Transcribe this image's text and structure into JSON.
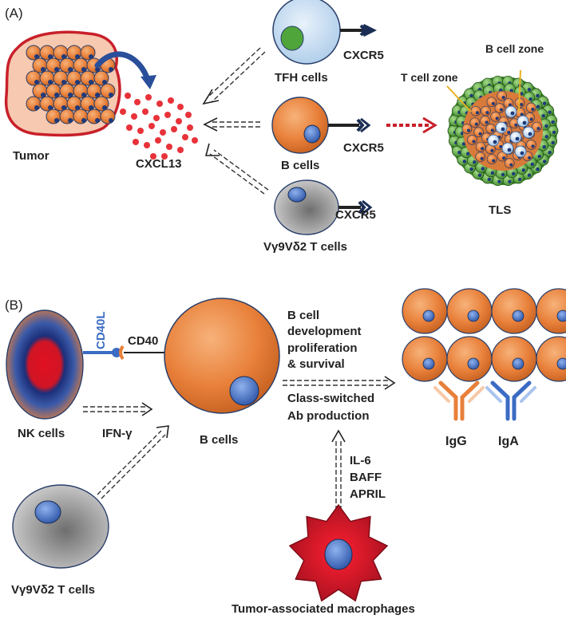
{
  "panel_a": {
    "label": "(A)",
    "tumor": "Tumor",
    "chemokine": "CXCL13",
    "tfh": "TFH cells",
    "b_cells": "B cells",
    "vg9vd2": "Vγ9Vδ2 T cells",
    "receptor": "CXCR5",
    "tls": "TLS",
    "t_cell_zone": "T cell zone",
    "b_cell_zone": "B cell zone"
  },
  "panel_b": {
    "label": "(B)",
    "nk_cells": "NK cells",
    "cd40l": "CD40L",
    "cd40": "CD40",
    "ifng": "IFN-γ",
    "b_cells": "B cells",
    "vg9vd2": "Vγ9Vδ2 T cells",
    "effects": [
      "B cell",
      "development",
      "proliferation",
      "& survival",
      "Class-switched",
      "Ab production"
    ],
    "cytokines": [
      "IL-6",
      "BAFF",
      "APRIL"
    ],
    "macrophages": "Tumor-associated macrophages",
    "igg": "IgG",
    "iga": "IgA"
  },
  "colors": {
    "cell_orange": "#e8803a",
    "nucleus_blue": "#3b6cc4",
    "tumor_red": "#c8202a",
    "tumor_fill": "#f6c9b0",
    "chemokine_red": "#e8323a",
    "tls_green": "#5aa83c",
    "tfh_blue": "#bcd6ee",
    "gray_cell": "#9a9a9a",
    "arrow_red": "#c8202a"
  }
}
